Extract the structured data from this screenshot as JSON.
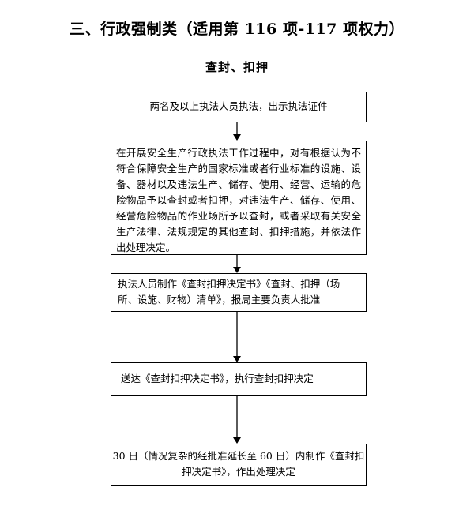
{
  "page": {
    "title": "三、行政强制类（适用第 116 项-117 项权力）",
    "subtitle": "查封、扣押"
  },
  "flowchart": {
    "steps": [
      "两名及以上执法人员执法，出示执法证件",
      "在开展安全生产行政执法工作过程中，对有根据认为不符合保障安全生产的国家标准或者行业标准的设施、设备、器材以及违法生产、储存、使用、经营、运输的危险物品予以查封或者扣押，对违法生产、储存、使用、经营危险物品的作业场所予以查封，或者采取有关安全生产法律、法规规定的其他查封、扣押措施，并依法作出处理决定。",
      "执法人员制作《查封扣押决定书》《查封、扣押（场所、设施、财物）清单》，报局主要负责人批准",
      "送达《查封扣押决定书》，执行查封扣押决定",
      "30 日（情况复杂的经批准延长至 60 日）内制作《查封扣押决定书》，作出处理决定"
    ]
  }
}
